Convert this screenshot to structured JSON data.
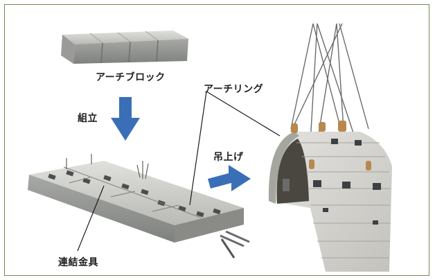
{
  "labels": {
    "arch_block": "アーチブロック",
    "assembly": "組立",
    "arch_ring": "アーチリング",
    "lifting": "吊上げ",
    "connector": "連結金具"
  },
  "colors": {
    "frame": "#6f8a4e",
    "arrow": "#3a6fb7",
    "concrete_light": "#c9c9c6",
    "concrete_dark": "#8e8f8c"
  },
  "icons": {
    "assembly_arrow": "down-arrow-icon",
    "lifting_arrow": "right-arrow-icon"
  }
}
